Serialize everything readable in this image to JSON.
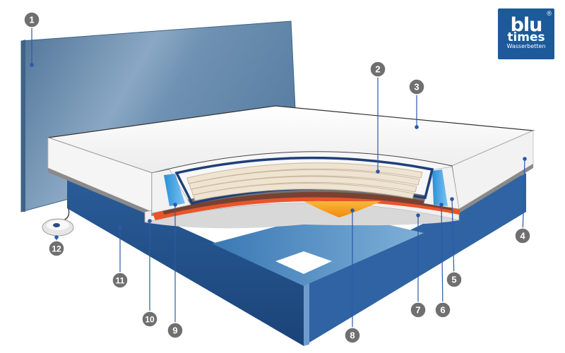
{
  "logo": {
    "line1": "blu",
    "line2": "times",
    "line3": "Wasserbetten",
    "registered": "®"
  },
  "colors": {
    "headboard": "#6b8fb0",
    "frame_front": "#1d4a82",
    "frame_side": "#2c5f9e",
    "mattress_top": "#f4f4f4",
    "foam": "#f6f6f6",
    "water_core": "#f4a11f",
    "heater": "#e8552a",
    "liner": "#1f3f7a",
    "badge": "#6f6f6f",
    "leader": "#2a5aa8"
  },
  "labels": [
    {
      "id": "1",
      "text": "1"
    },
    {
      "id": "2",
      "text": "2"
    },
    {
      "id": "3",
      "text": "3"
    },
    {
      "id": "4",
      "text": "4"
    },
    {
      "id": "5",
      "text": "5"
    },
    {
      "id": "6",
      "text": "6"
    },
    {
      "id": "7",
      "text": "7"
    },
    {
      "id": "8",
      "text": "8"
    },
    {
      "id": "9",
      "text": "9"
    },
    {
      "id": "10",
      "text": "10"
    },
    {
      "id": "11",
      "text": "11"
    },
    {
      "id": "12",
      "text": "12"
    }
  ]
}
